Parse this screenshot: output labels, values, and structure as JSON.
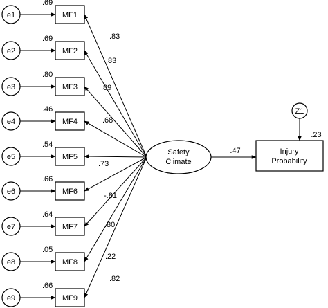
{
  "latent": {
    "line1": "Safety",
    "line2": "Climate"
  },
  "indicators": [
    {
      "error": "e1",
      "box": "MF1",
      "error_loading": ".69",
      "loading": ".83"
    },
    {
      "error": "e2",
      "box": "MF2",
      "error_loading": ".69",
      "loading": ".83"
    },
    {
      "error": "e3",
      "box": "MF3",
      "error_loading": ".80",
      "loading": ".89"
    },
    {
      "error": "e4",
      "box": "MF4",
      "error_loading": ".46",
      "loading": ".68"
    },
    {
      "error": "e5",
      "box": "MF5",
      "error_loading": ".54",
      "loading": ".73"
    },
    {
      "error": "e6",
      "box": "MF6",
      "error_loading": ".66",
      "loading": "-.81"
    },
    {
      "error": "e7",
      "box": "MF7",
      "error_loading": ".64",
      "loading": ".80"
    },
    {
      "error": "e8",
      "box": "MF8",
      "error_loading": ".05",
      "loading": ".22"
    },
    {
      "error": "e9",
      "box": "MF9",
      "error_loading": ".66",
      "loading": ".82"
    }
  ],
  "outcome": {
    "line1": "Injury",
    "line2": "Probability",
    "r2": ".23",
    "disturbance": "Z1"
  },
  "path_coefficient": ".47"
}
